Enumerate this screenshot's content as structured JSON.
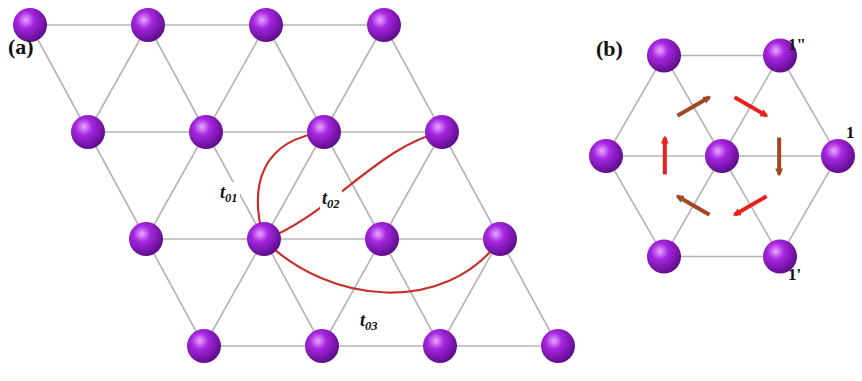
{
  "diagram": {
    "labels": [
      "(a)",
      "(b)",
      "t01",
      "t02",
      "t03",
      "1\"",
      "1",
      "1'"
    ]
  }
}
